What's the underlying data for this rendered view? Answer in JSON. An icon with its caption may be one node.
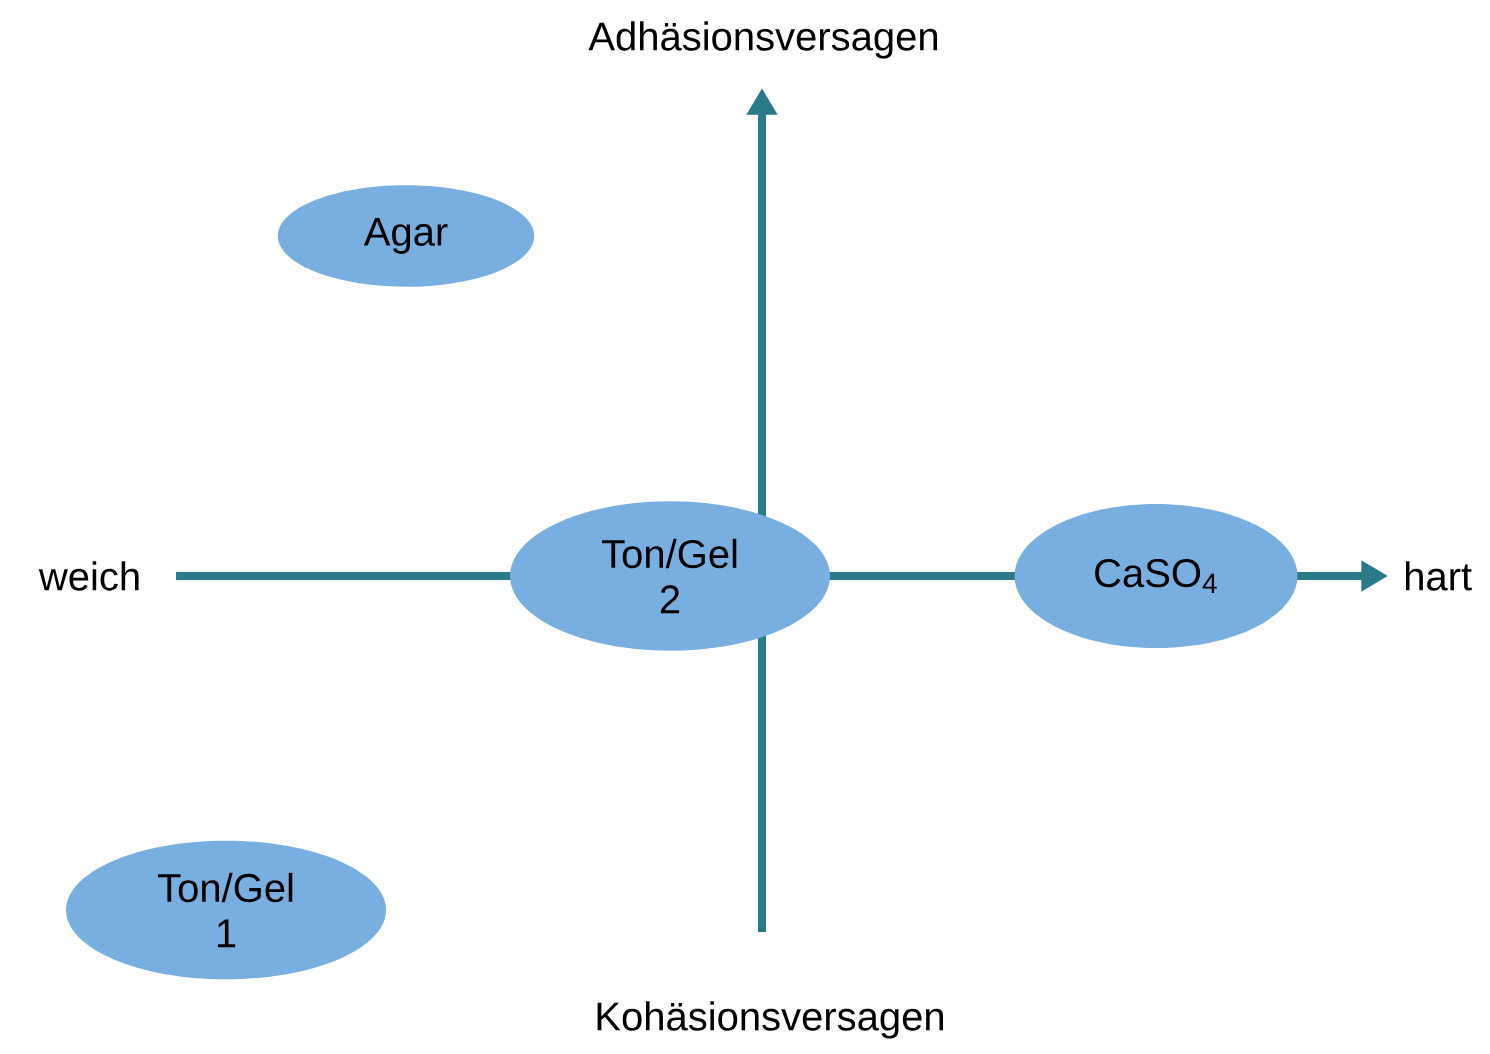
{
  "diagram": {
    "nodes": [
      {
        "text": [
          "Agar"
        ]
      },
      {
        "text": [
          "Ton/Gel 2"
        ]
      },
      {
        "text": [
          "CaSO$_{4}$"
        ]
      },
      {
        "text": [
          "Ton/Gel 1"
        ]
      }
    ],
    "labels": [
      "Adhäsionsversagen",
      "weich",
      "hart",
      "Kohäsionsversagen"
    ]
  }
}
